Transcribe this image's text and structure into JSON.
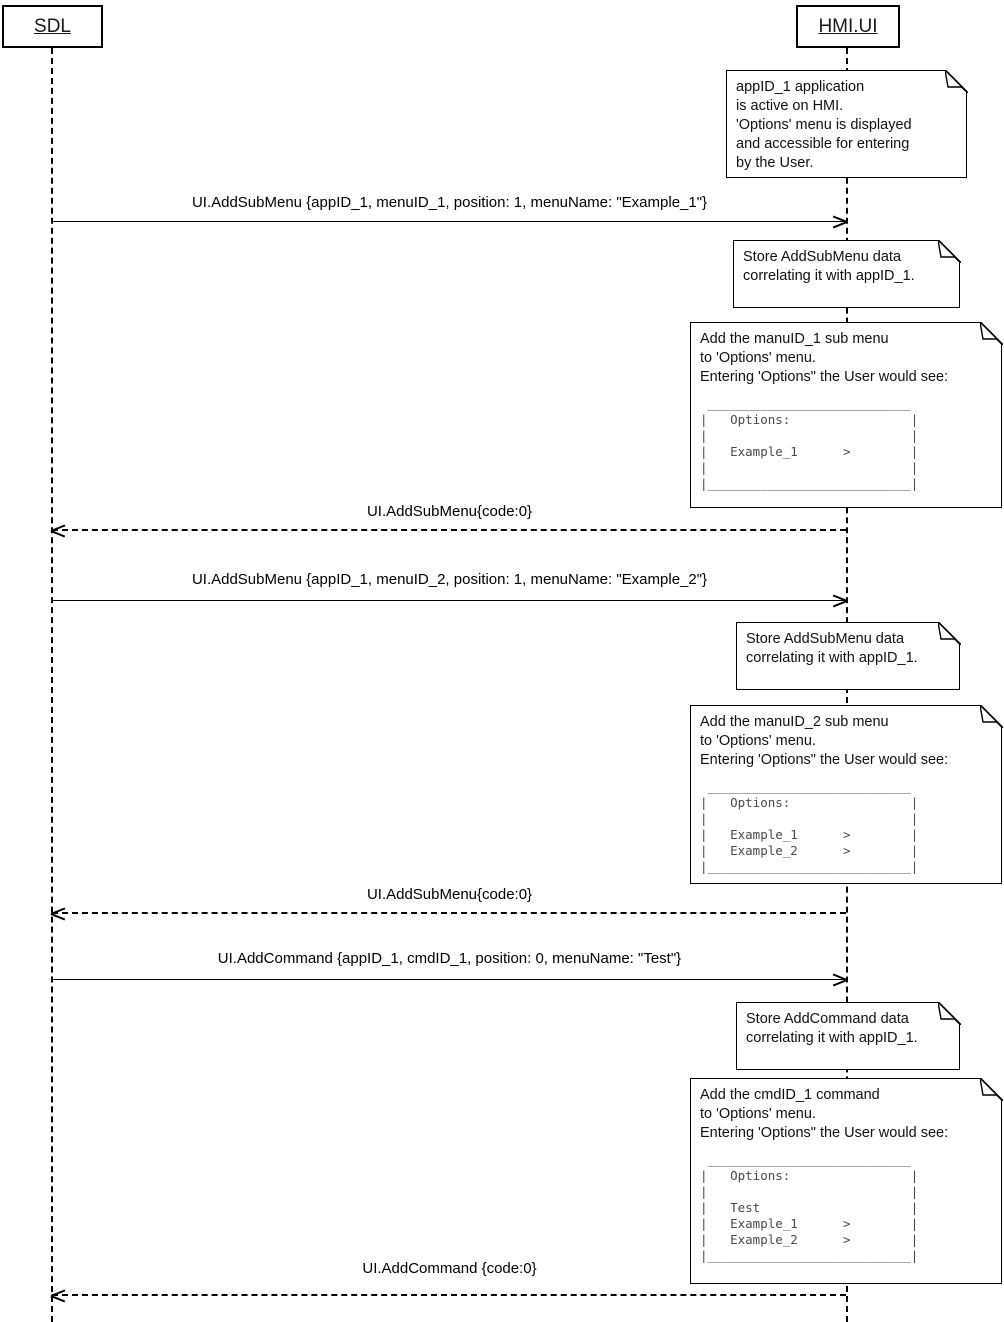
{
  "actors": [
    {
      "label": "SDL"
    },
    {
      "label": "HMI.UI"
    }
  ],
  "messages": [
    {
      "text": "UI.AddSubMenu {appID_1, menuID_1, position: 1, menuName: \"Example_1\"}",
      "type": "solid",
      "direction": "right"
    },
    {
      "text": "UI.AddSubMenu{code:0}",
      "type": "dashed",
      "direction": "left"
    },
    {
      "text": "UI.AddSubMenu {appID_1, menuID_2, position: 1, menuName: \"Example_2\"}",
      "type": "solid",
      "direction": "right"
    },
    {
      "text": "UI.AddSubMenu{code:0}",
      "type": "dashed",
      "direction": "left"
    },
    {
      "text": "UI.AddCommand {appID_1, cmdID_1, position: 0, menuName: \"Test\"}",
      "type": "solid",
      "direction": "right"
    },
    {
      "text": "UI.AddCommand {code:0}",
      "type": "dashed",
      "direction": "left"
    }
  ],
  "notes": [
    {
      "text": "appID_1 application\nis active on HMI.\n'Options' menu is displayed\nand accessible for entering\nby the User."
    },
    {
      "text": "Store AddSubMenu data\ncorrelating it with appID_1."
    },
    {
      "text": "Add the manuID_1 sub menu\nto 'Options' menu.\nEntering 'Options\" the User would see:",
      "menu": " ___________________________\n|   Options:                |\n|                           |\n|   Example_1      >        |\n|                           |\n|___________________________|"
    },
    {
      "text": "Store AddSubMenu data\ncorrelating it with appID_1."
    },
    {
      "text": "Add the manuID_2 sub menu\nto 'Options' menu.\nEntering 'Options\" the User would see:",
      "menu": " ___________________________\n|   Options:                |\n|                           |\n|   Example_1      >        |\n|   Example_2      >        |\n|___________________________|"
    },
    {
      "text": "Store AddCommand data\ncorrelating it with appID_1."
    },
    {
      "text": "Add the cmdID_1 command\nto 'Options' menu.\nEntering 'Options\" the User would see:",
      "menu": " ___________________________\n|   Options:                |\n|                           |\n|   Test                    |\n|   Example_1      >        |\n|   Example_2      >        |\n|___________________________|"
    }
  ]
}
